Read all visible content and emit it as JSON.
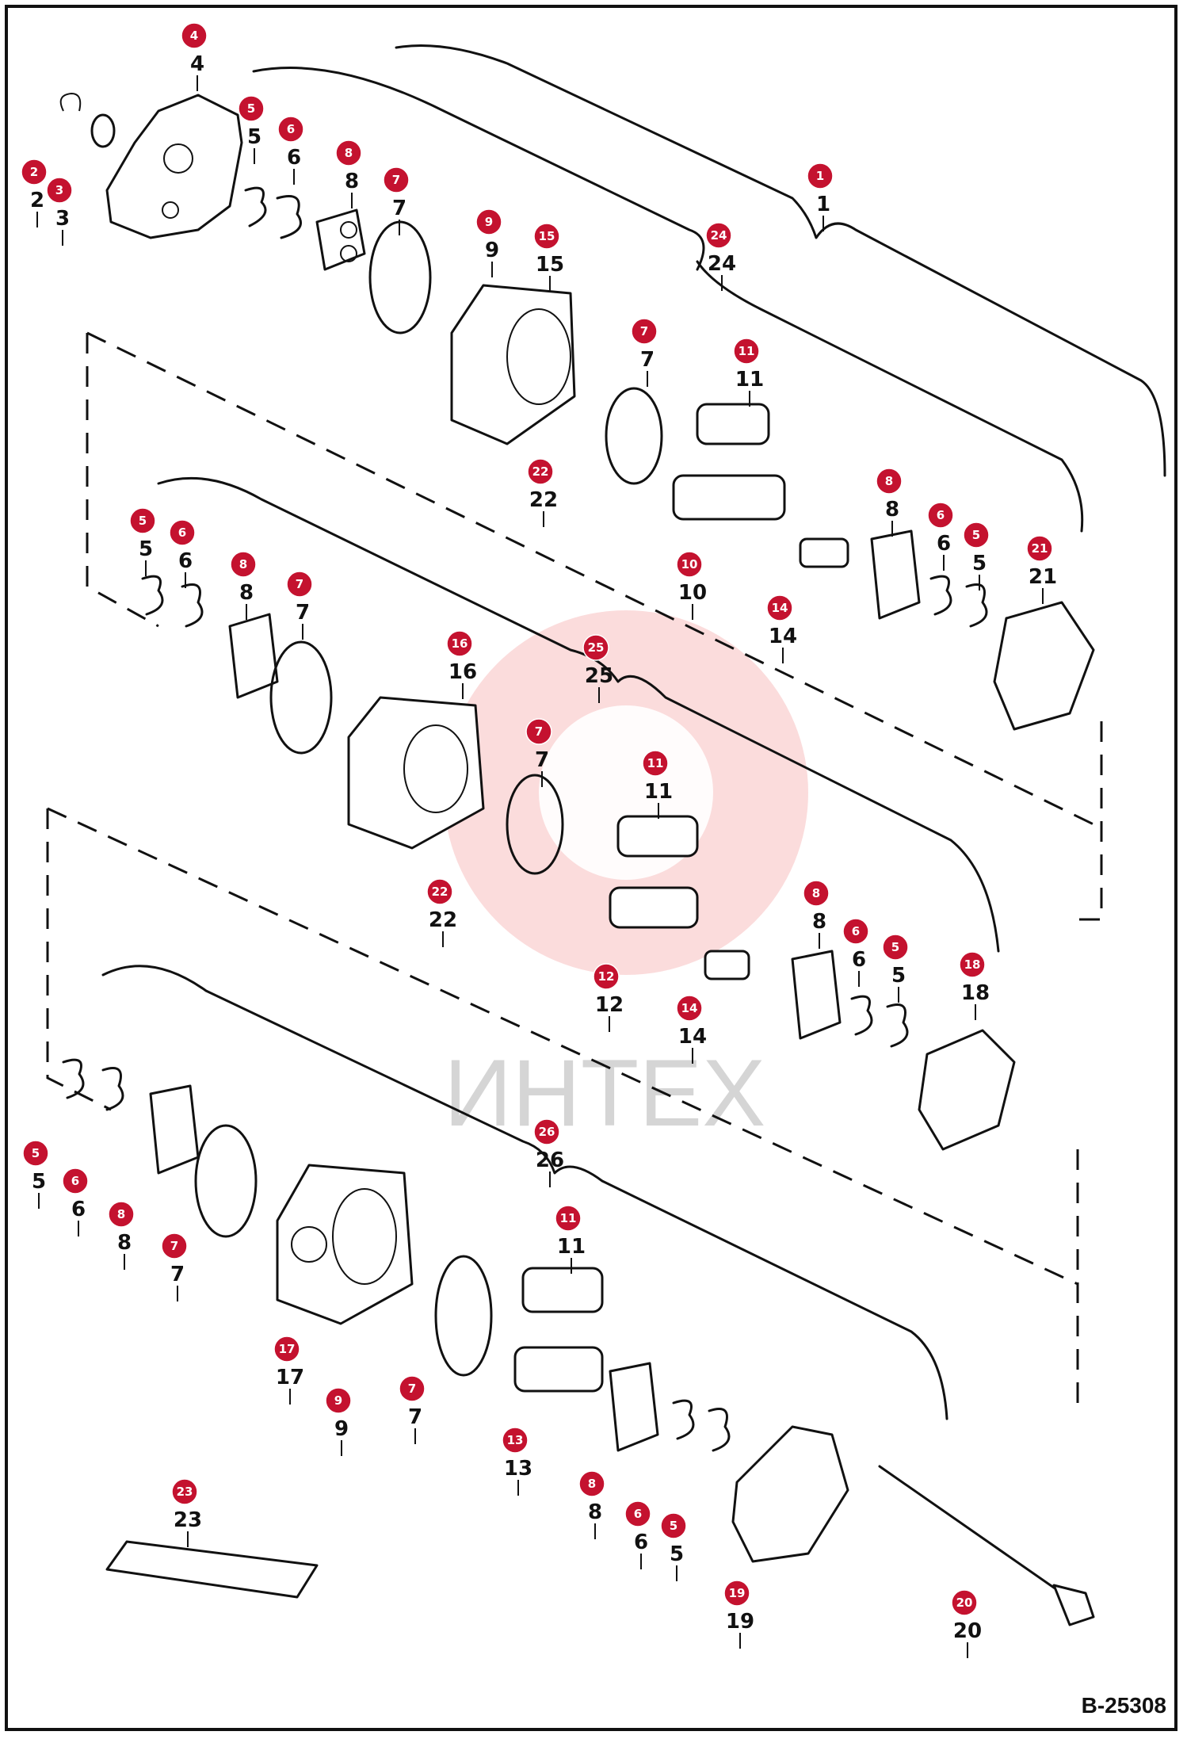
{
  "diagram": {
    "reference_code": "B-25308",
    "watermark_text": "ИНТЕХ",
    "callouts": [
      {
        "n": "1"
      },
      {
        "n": "2"
      },
      {
        "n": "3"
      },
      {
        "n": "4"
      },
      {
        "n": "5"
      },
      {
        "n": "6"
      },
      {
        "n": "7"
      },
      {
        "n": "8"
      },
      {
        "n": "9"
      },
      {
        "n": "10"
      },
      {
        "n": "11"
      },
      {
        "n": "12"
      },
      {
        "n": "13"
      },
      {
        "n": "14"
      },
      {
        "n": "15"
      },
      {
        "n": "16"
      },
      {
        "n": "17"
      },
      {
        "n": "18"
      },
      {
        "n": "19"
      },
      {
        "n": "20"
      },
      {
        "n": "21"
      },
      {
        "n": "22"
      },
      {
        "n": "23"
      },
      {
        "n": "24"
      },
      {
        "n": "25"
      },
      {
        "n": "26"
      }
    ]
  }
}
